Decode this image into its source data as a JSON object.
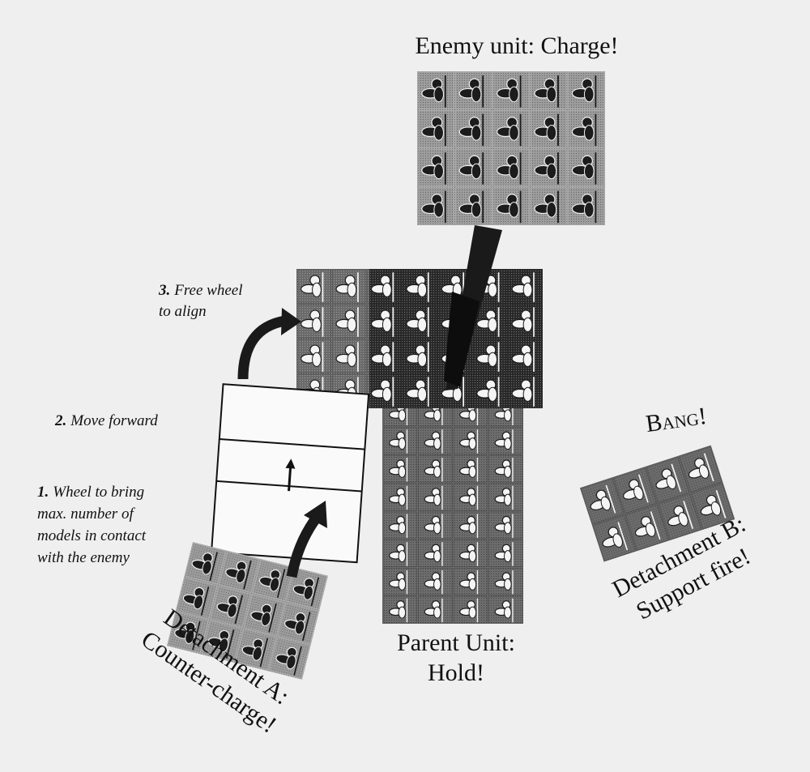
{
  "labels": {
    "enemy": "Enemy unit: Charge!",
    "parent_line1": "Parent Unit:",
    "parent_line2": "Hold!",
    "bang": "Bang!",
    "det_a_line1": "Detachment A:",
    "det_a_line2": "Counter-charge!",
    "det_b_line1": "Detachment B:",
    "det_b_line2": "Support fire!"
  },
  "steps": [
    {
      "number": "3.",
      "lines": [
        "Free wheel",
        "to align"
      ]
    },
    {
      "number": "2.",
      "lines": [
        "Move forward"
      ]
    },
    {
      "number": "1.",
      "lines": [
        "Wheel to bring",
        "max. number of",
        "models in contact",
        "with the enemy"
      ]
    }
  ],
  "units": {
    "enemy": {
      "files": 5,
      "ranks": 4,
      "tone": "light"
    },
    "engaged_block": {
      "files": 7,
      "ranks": 4,
      "tone": "dark"
    },
    "parent": {
      "files": 4,
      "ranks": 8,
      "tone": "medium"
    },
    "detachment_a": {
      "files": 4,
      "ranks": 3,
      "tone": "light"
    },
    "detachment_b": {
      "files": 4,
      "ranks": 2,
      "tone": "medium"
    }
  },
  "colors": {
    "paper": "#efefef",
    "ink": "#111111",
    "light_base": "#9c9c9c",
    "medium_base": "#6c6c6c",
    "dark_base": "#2a2a2a",
    "arrow": "#1a1a1a"
  }
}
